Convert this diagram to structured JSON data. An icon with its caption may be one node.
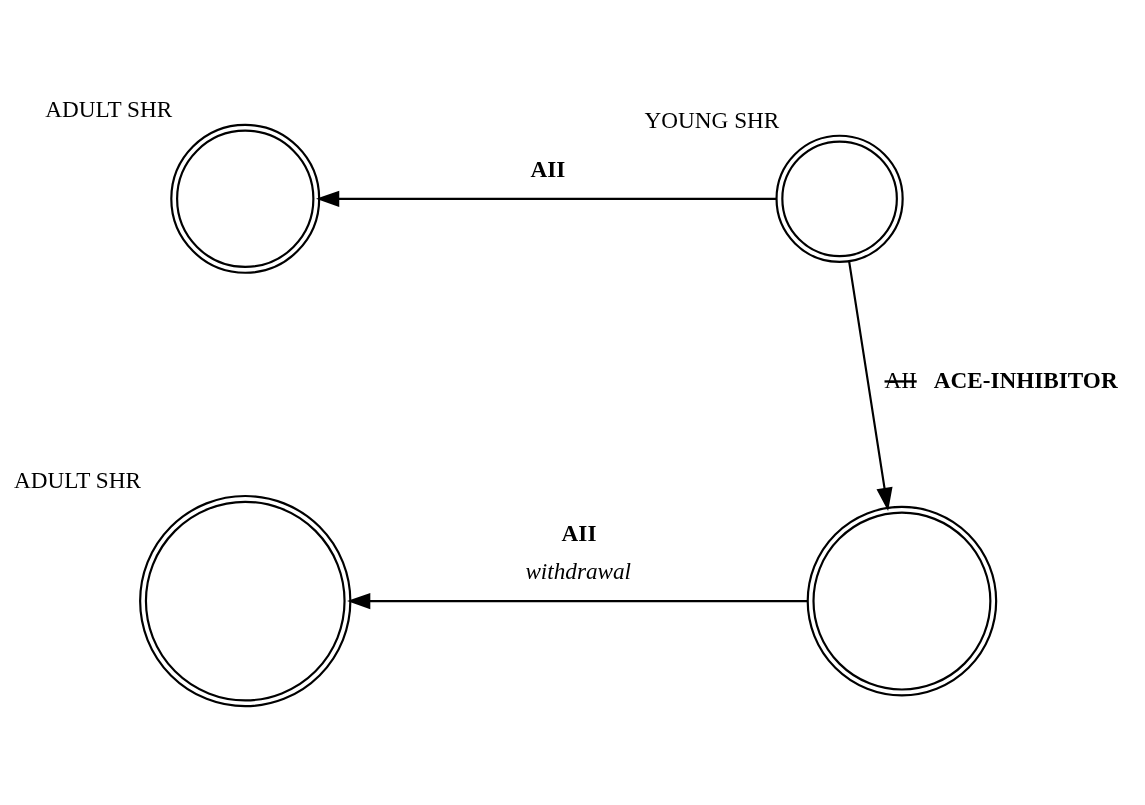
{
  "diagram": {
    "nodes": [
      {
        "text": [],
        "shape": "circle",
        "beside": [
          "ADULT SHR"
        ]
      },
      {
        "text": [],
        "shape": "circle",
        "beside": [
          "YOUNG SHR"
        ]
      },
      {
        "text": [],
        "shape": "circle"
      },
      {
        "text": [],
        "shape": "circle",
        "beside": [
          "ADULT SHR"
        ]
      }
    ],
    "edges": [
      {
        "from": 1,
        "to": 0,
        "arrow": "to",
        "label": "AII"
      },
      {
        "from": 1,
        "to": 2,
        "arrow": "to",
        "label": "ACE-INHIBITOR"
      },
      {
        "from": 2,
        "to": 3,
        "arrow": "to",
        "label": "AII"
      }
    ],
    "labels": [
      "AII",
      "withdrawal"
    ]
  }
}
